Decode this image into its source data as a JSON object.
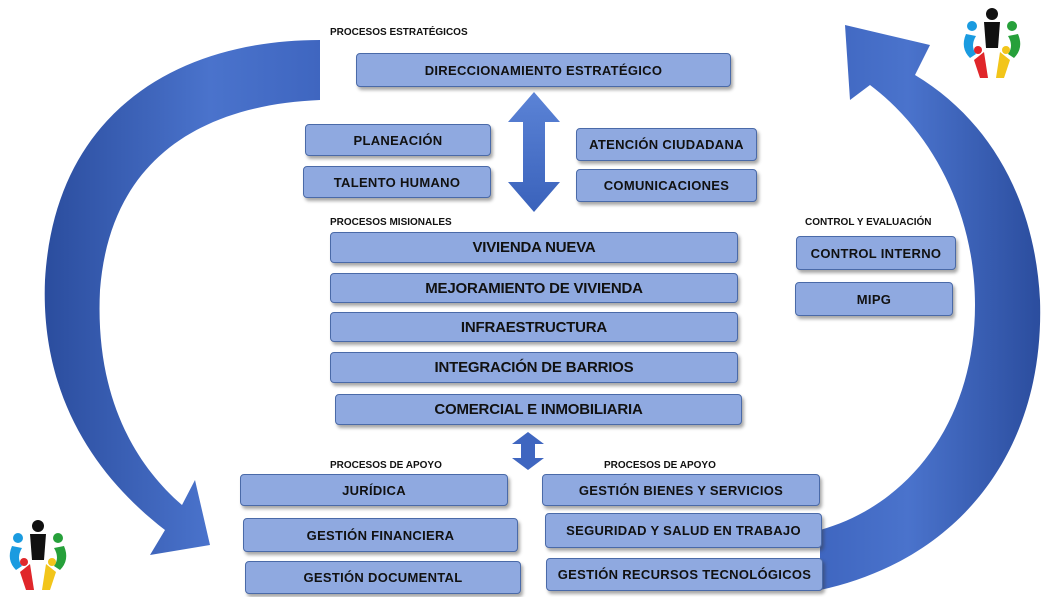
{
  "strategic": {
    "heading": "PROCESOS ESTRATÉGICOS",
    "main": "DIRECCIONAMIENTO  ESTRATÉGICO",
    "left": [
      "PLANEACIÓN",
      "TALENTO  HUMANO"
    ],
    "right": [
      "ATENCIÓN  CIUDADANA",
      "COMUNICACIONES"
    ]
  },
  "misional": {
    "heading": "PROCESOS MISIONALES",
    "items": [
      "VIVIENDA NUEVA",
      "MEJORAMIENTO DE VIVIENDA",
      "INFRAESTRUCTURA",
      "INTEGRACIÓN DE BARRIOS",
      "COMERCIAL E  INMOBILIARIA"
    ]
  },
  "control": {
    "heading": "CONTROL Y EVALUACIÓN",
    "items": [
      "CONTROL  INTERNO",
      "MIPG"
    ]
  },
  "support_left": {
    "heading": "PROCESOS DE APOYO",
    "items": [
      "JURÍDICA",
      "GESTIÓN  FINANCIERA",
      "GESTIÓN  DOCUMENTAL"
    ]
  },
  "support_right": {
    "heading": "PROCESOS DE APOYO",
    "items": [
      "GESTIÓN  BIENES  Y SERVICIOS",
      "SEGURIDAD  Y  SALUD  EN  TRABAJO",
      "GESTIÓN  RECURSOS  TECNOLÓGICOS"
    ]
  },
  "colors": {
    "box_fill": "#8fa9e0",
    "arrow": "#3f66c0",
    "arrow_dark": "#2b4d9e"
  },
  "icons": [
    "people-circle-logo-icon",
    "double-arrow-icon",
    "curved-arrow-icon"
  ]
}
